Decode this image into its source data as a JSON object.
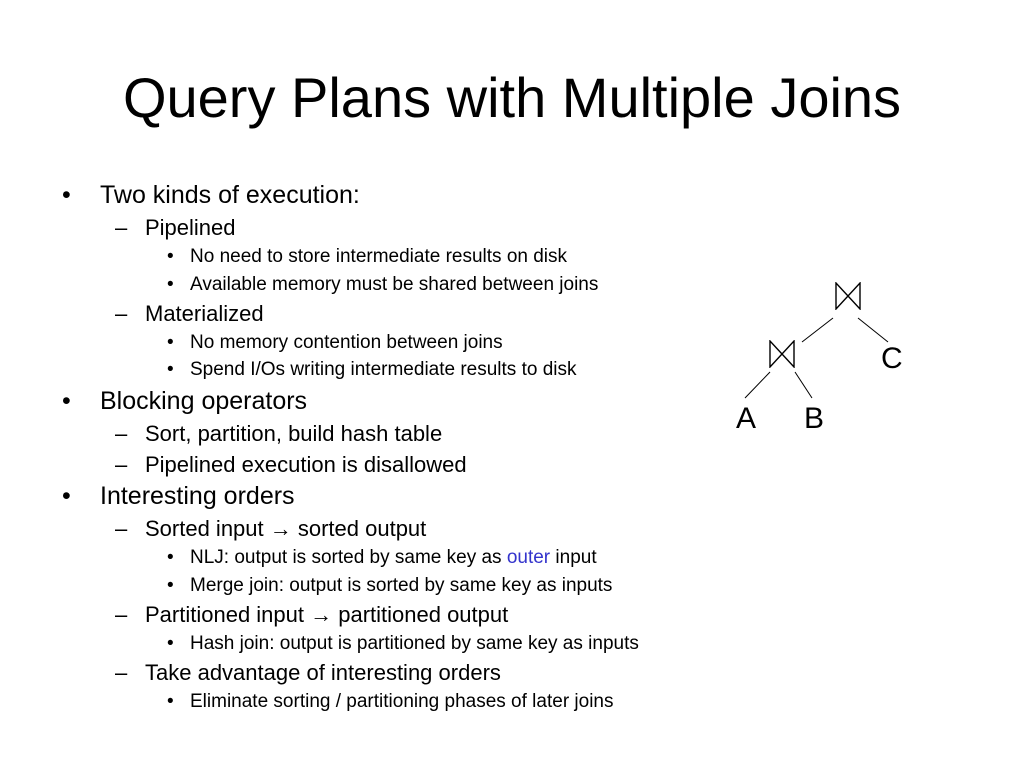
{
  "slide": {
    "title": "Query Plans with Multiple Joins"
  },
  "outline": {
    "level1_marker": "•",
    "level2_marker": "–",
    "level3_marker": "•",
    "items": [
      {
        "level": 1,
        "text": "Two kinds of execution:"
      },
      {
        "level": 2,
        "text": "Pipelined"
      },
      {
        "level": 3,
        "text": "No need to store intermediate results on disk"
      },
      {
        "level": 3,
        "text": "Available memory must be shared between joins"
      },
      {
        "level": 2,
        "text": "Materialized"
      },
      {
        "level": 3,
        "text": "No memory contention between joins"
      },
      {
        "level": 3,
        "text": "Spend I/Os writing intermediate results to disk"
      },
      {
        "level": 1,
        "text": "Blocking operators"
      },
      {
        "level": 2,
        "text": "Sort, partition, build hash table"
      },
      {
        "level": 2,
        "text": "Pipelined execution is disallowed"
      },
      {
        "level": 1,
        "text": "Interesting orders"
      },
      {
        "level": 2,
        "text": "Sorted input → sorted output"
      },
      {
        "level": 3,
        "text_before": "NLJ:  output is sorted by same key as ",
        "highlight": "outer",
        "text_after": " input"
      },
      {
        "level": 3,
        "text": "Merge join:  output is sorted by same key as inputs"
      },
      {
        "level": 2,
        "text": "Partitioned input → partitioned output"
      },
      {
        "level": 3,
        "text": "Hash join:  output is partitioned by same key as inputs"
      },
      {
        "level": 2,
        "text": "Take advantage of interesting orders"
      },
      {
        "level": 3,
        "text": "Eliminate sorting / partitioning phases of later joins"
      }
    ]
  },
  "join_tree": {
    "leaf_a": "A",
    "leaf_b": "B",
    "leaf_c": "C"
  },
  "colors": {
    "text": "#000000",
    "highlight": "#3333cc",
    "background": "#ffffff"
  }
}
